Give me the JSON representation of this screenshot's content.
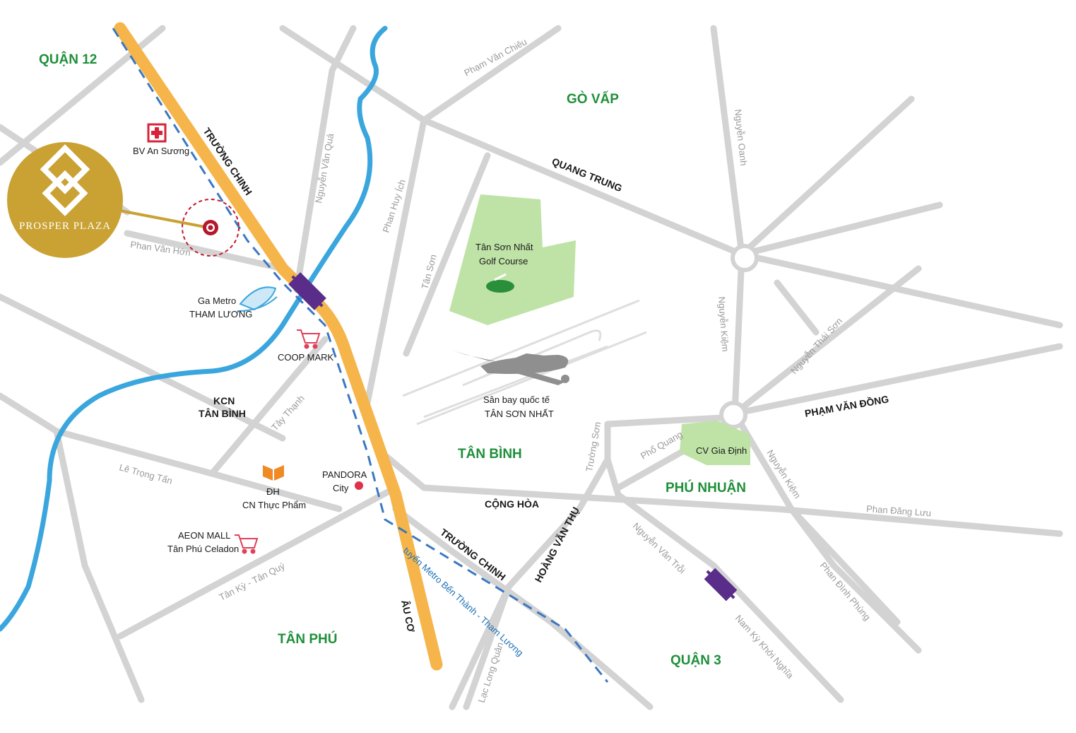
{
  "districts": {
    "quan12": "QUẬN 12",
    "govap": "GÒ VẤP",
    "tanbinh": "TÂN BÌNH",
    "tanphu": "TÂN PHÚ",
    "phunhuan": "PHÚ NHUẬN",
    "quan3": "QUẬN 3"
  },
  "roads": {
    "truong_chinh_north": "TRƯỜNG CHINH",
    "truong_chinh_south": "TRƯỜNG CHINH",
    "quang_trung": "QUANG TRUNG",
    "pham_van_dong": "PHẠM VĂN ĐỒNG",
    "cong_hoa": "CỘNG HÒA",
    "hoang_van_thu": "HOÀNG VĂN THỤ",
    "au_co": "ÂU CƠ",
    "pham_van_chieu": "Phạm Văn Chiêu",
    "nguyen_van_qua": "Nguyễn Văn Quá",
    "phan_huy_ich": "Phan Huy Ích",
    "tan_son": "Tân Sơn",
    "nguyen_oanh": "Nguyễn Oanh",
    "nguyen_kiem_north": "Nguyễn Kiệm",
    "nguyen_thai_son": "Nguyễn Thái Sơn",
    "nguyen_kiem_south": "Nguyễn Kiệm",
    "phan_van_hon": "Phan Văn Hớn",
    "tay_thanh": "Tây Thạnh",
    "le_trong_tan": "Lê Trọng Tấn",
    "tan_ky_tan_quy": "Tân Kỳ - Tân Quý",
    "truong_son": "Trường Sơn",
    "pho_quang": "Phổ Quang",
    "phan_dang_luu": "Phan Đăng Lưu",
    "nguyen_van_troi": "Nguyễn Văn Trỗi",
    "phan_dinh_phung": "Phan Đình Phùng",
    "nam_ky_khoi_nghia": "Nam Kỳ Khởi Nghĩa",
    "lac_long_quan": "Lạc Long Quân",
    "metro_line": "tuyến Metro Bến Thành - Tham Lương"
  },
  "pois": {
    "bv_line": "BV An Sương",
    "ga_metro_1": "Ga Metro",
    "ga_metro_2": "THAM LƯƠNG",
    "coop": "COOP MARK",
    "kcn_1": "KCN",
    "kcn_2": "TÂN BÌNH",
    "golf_1": "Tân Sơn Nhất",
    "golf_2": "Golf Course",
    "airport_1": "Sân bay quốc tế",
    "airport_2": "TÂN SƠN NHẤT",
    "pandora_1": "PANDORA",
    "pandora_2": "City",
    "dh_1": "ĐH",
    "dh_2": "CN Thực Phẩm",
    "aeon_1": "AEON MALL",
    "aeon_2": "Tân Phú Celadon",
    "cv": "CV Gia Định"
  },
  "logo": {
    "text": "PROSPER PLAZA"
  },
  "colors": {
    "district_green": "#1f8f3a",
    "main_road_orange": "#f5b54a",
    "river_blue": "#3aa6dd",
    "metro_blue": "#3a78c2",
    "road_gray": "#cfcfcf",
    "park_green": "#bfe3a6",
    "logo_gold": "#c9a233",
    "marker_red": "#b5172b",
    "station_purple": "#5a2d8a"
  },
  "icons": {
    "hospital": "hospital-icon",
    "train": "train-icon",
    "cart": "shopping-cart-icon",
    "book": "book-icon",
    "golf": "golf-icon",
    "airplane": "airplane-icon",
    "location": "location-marker-icon"
  }
}
